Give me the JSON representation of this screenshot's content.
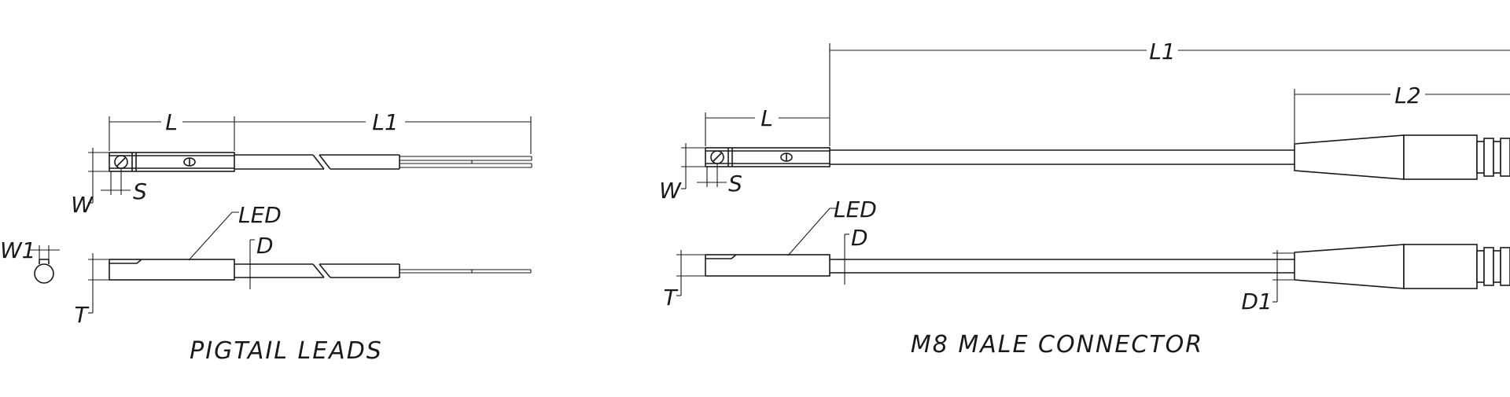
{
  "pigtail": {
    "caption": "PIGTAIL LEADS",
    "dims": {
      "L": "L",
      "L1": "L1",
      "W": "W",
      "S": "S",
      "LED": "LED",
      "D": "D",
      "W1": "W1",
      "T": "T"
    }
  },
  "m8": {
    "caption": "M8 MALE CONNECTOR",
    "dims": {
      "L": "L",
      "L1": "L1",
      "L2": "L2",
      "W": "W",
      "S": "S",
      "LED": "LED",
      "D": "D",
      "T": "T",
      "D1": "D1"
    }
  },
  "colors": {
    "line": "#1a1a1a",
    "background": "#ffffff"
  }
}
